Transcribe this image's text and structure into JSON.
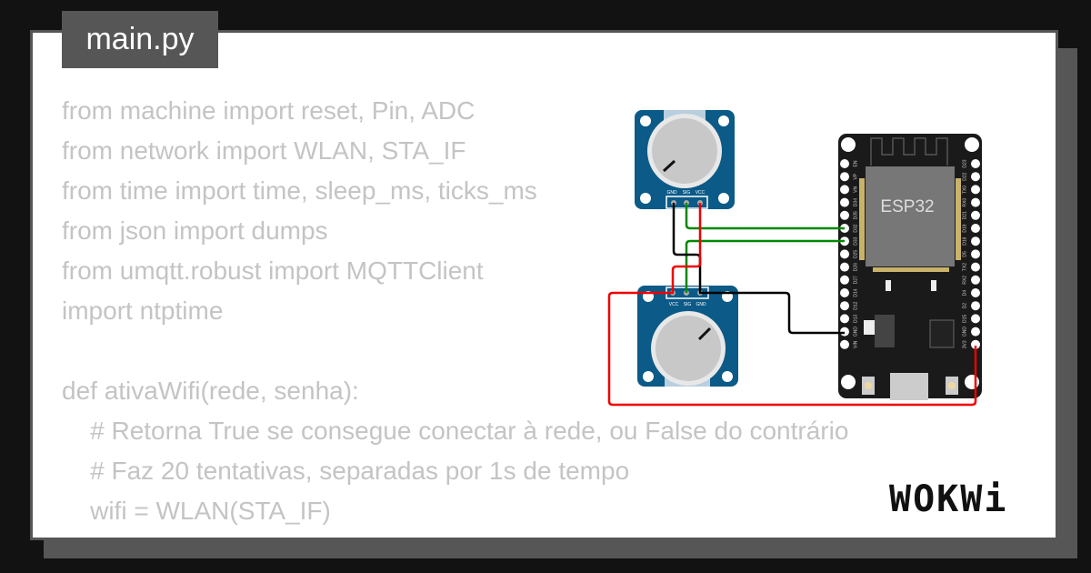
{
  "editor": {
    "file_tab": "main.py",
    "code_lines": [
      "from machine import reset, Pin, ADC",
      "from network import WLAN, STA_IF",
      "from time import time, sleep_ms, ticks_ms",
      "from json import dumps",
      "from umqtt.robust import MQTTClient",
      "import ntptime",
      "",
      "def ativaWifi(rede, senha):",
      "    # Retorna True se consegue conectar à rede, ou False do contrário",
      "    # Faz 20 tentativas, separadas por 1s de tempo",
      "    wifi = WLAN(STA_IF)"
    ]
  },
  "circuit": {
    "board_label": "ESP32",
    "left_pins": [
      "EN",
      "VP",
      "VN",
      "D34",
      "D35",
      "D32",
      "D33",
      "D25",
      "D26",
      "D27",
      "D14",
      "D12",
      "D13",
      "GND",
      "VIN"
    ],
    "right_pins": [
      "D23",
      "D22",
      "TX0",
      "RX0",
      "D21",
      "D19",
      "D18",
      "D5",
      "TX2",
      "RX2",
      "D4",
      "D2",
      "D15",
      "GND",
      "3V3"
    ],
    "pot1_pins": [
      "GND",
      "SIG",
      "VCC"
    ],
    "pot2_pins": [
      "VCC",
      "SIG",
      "GND"
    ],
    "colors": {
      "pot": "#0b5a87",
      "board": "#1a1a1a",
      "wire_green": "#008800",
      "wire_red": "#ee0000",
      "wire_black": "#000000"
    }
  },
  "brand": {
    "logo": "WOKWi"
  }
}
